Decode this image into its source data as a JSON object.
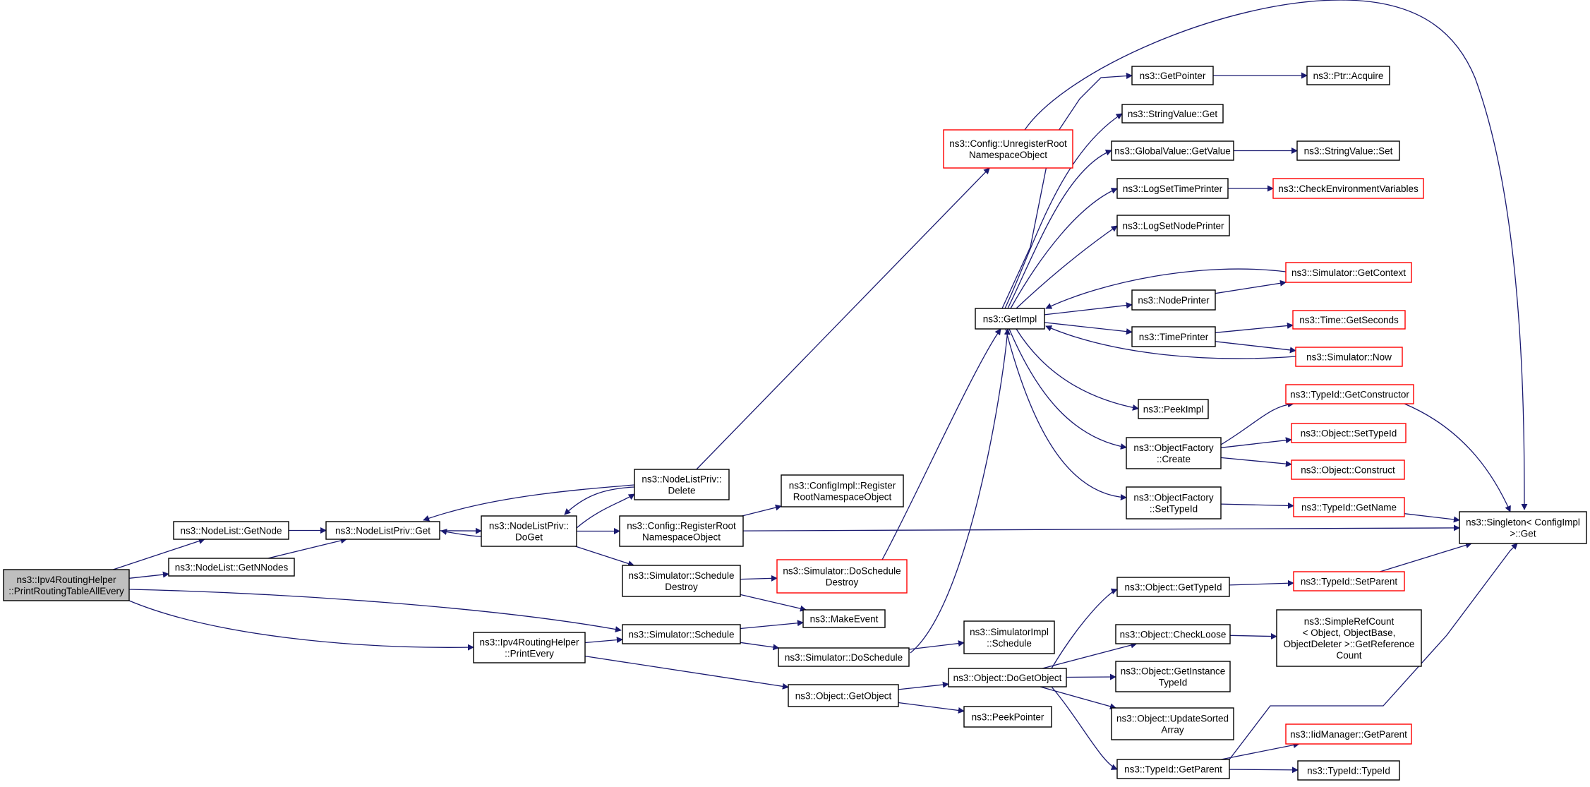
{
  "colors": {
    "edge": "#191970",
    "node_border": "#000000",
    "truncated_border": "#ff0000",
    "root_fill": "#bfbfbf",
    "node_fill": "#ffffff"
  },
  "graph": {
    "nodes": [
      {
        "id": "n0",
        "lines": [
          "ns3::Ipv4RoutingHelper",
          "::PrintRoutingTableAllEvery"
        ],
        "style": "root"
      },
      {
        "id": "n1",
        "lines": [
          "ns3::NodeList::GetNode"
        ],
        "style": "normal"
      },
      {
        "id": "n2",
        "lines": [
          "ns3::NodeList::GetNNodes"
        ],
        "style": "normal"
      },
      {
        "id": "n3",
        "lines": [
          "ns3::NodeListPriv::Get"
        ],
        "style": "normal"
      },
      {
        "id": "n4",
        "lines": [
          "ns3::NodeListPriv::",
          "DoGet"
        ],
        "style": "normal"
      },
      {
        "id": "n5",
        "lines": [
          "ns3::NodeListPriv::",
          "Delete"
        ],
        "style": "normal"
      },
      {
        "id": "n6",
        "lines": [
          "ns3::Config::UnregisterRoot",
          "NamespaceObject"
        ],
        "style": "truncated"
      },
      {
        "id": "n7",
        "lines": [
          "ns3::ConfigImpl::Register",
          "RootNamespaceObject"
        ],
        "style": "normal"
      },
      {
        "id": "n8",
        "lines": [
          "ns3::Config::RegisterRoot",
          "NamespaceObject"
        ],
        "style": "normal"
      },
      {
        "id": "n9",
        "lines": [
          "ns3::Simulator::Schedule",
          "Destroy"
        ],
        "style": "normal"
      },
      {
        "id": "n10",
        "lines": [
          "ns3::Simulator::DoSchedule",
          "Destroy"
        ],
        "style": "truncated"
      },
      {
        "id": "n11",
        "lines": [
          "ns3::MakeEvent"
        ],
        "style": "normal"
      },
      {
        "id": "n12",
        "lines": [
          "ns3::Simulator::Schedule"
        ],
        "style": "normal"
      },
      {
        "id": "n13",
        "lines": [
          "ns3::Ipv4RoutingHelper",
          "::PrintEvery"
        ],
        "style": "normal"
      },
      {
        "id": "n14",
        "lines": [
          "ns3::Simulator::DoSchedule"
        ],
        "style": "normal"
      },
      {
        "id": "n15",
        "lines": [
          "ns3::SimulatorImpl",
          "::Schedule"
        ],
        "style": "normal"
      },
      {
        "id": "n16",
        "lines": [
          "ns3::Object::GetObject"
        ],
        "style": "normal"
      },
      {
        "id": "n17",
        "lines": [
          "ns3::Object::DoGetObject"
        ],
        "style": "normal"
      },
      {
        "id": "n18",
        "lines": [
          "ns3::PeekPointer"
        ],
        "style": "normal"
      },
      {
        "id": "n19",
        "lines": [
          "ns3::GetImpl"
        ],
        "style": "normal"
      },
      {
        "id": "n20",
        "lines": [
          "ns3::GetPointer"
        ],
        "style": "normal"
      },
      {
        "id": "n21",
        "lines": [
          "ns3::Ptr::Acquire"
        ],
        "style": "normal"
      },
      {
        "id": "n22",
        "lines": [
          "ns3::StringValue::Get"
        ],
        "style": "normal"
      },
      {
        "id": "n23",
        "lines": [
          "ns3::GlobalValue::GetValue"
        ],
        "style": "normal"
      },
      {
        "id": "n24",
        "lines": [
          "ns3::StringValue::Set"
        ],
        "style": "normal"
      },
      {
        "id": "n25",
        "lines": [
          "ns3::LogSetTimePrinter"
        ],
        "style": "normal"
      },
      {
        "id": "n26",
        "lines": [
          "ns3::CheckEnvironmentVariables"
        ],
        "style": "truncated"
      },
      {
        "id": "n27",
        "lines": [
          "ns3::LogSetNodePrinter"
        ],
        "style": "normal"
      },
      {
        "id": "n28",
        "lines": [
          "ns3::Simulator::GetContext"
        ],
        "style": "truncated"
      },
      {
        "id": "n29",
        "lines": [
          "ns3::NodePrinter"
        ],
        "style": "normal"
      },
      {
        "id": "n30",
        "lines": [
          "ns3::TimePrinter"
        ],
        "style": "normal"
      },
      {
        "id": "n31",
        "lines": [
          "ns3::Time::GetSeconds"
        ],
        "style": "truncated"
      },
      {
        "id": "n32",
        "lines": [
          "ns3::Simulator::Now"
        ],
        "style": "truncated"
      },
      {
        "id": "n33",
        "lines": [
          "ns3::PeekImpl"
        ],
        "style": "normal"
      },
      {
        "id": "n34",
        "lines": [
          "ns3::ObjectFactory",
          "::Create"
        ],
        "style": "normal"
      },
      {
        "id": "n35",
        "lines": [
          "ns3::TypeId::GetConstructor"
        ],
        "style": "truncated"
      },
      {
        "id": "n36",
        "lines": [
          "ns3::Object::SetTypeId"
        ],
        "style": "truncated"
      },
      {
        "id": "n37",
        "lines": [
          "ns3::Object::Construct"
        ],
        "style": "truncated"
      },
      {
        "id": "n38",
        "lines": [
          "ns3::ObjectFactory",
          "::SetTypeId"
        ],
        "style": "normal"
      },
      {
        "id": "n39",
        "lines": [
          "ns3::TypeId::GetName"
        ],
        "style": "truncated"
      },
      {
        "id": "n40",
        "lines": [
          "ns3::Singleton< ConfigImpl",
          ">::Get"
        ],
        "style": "normal"
      },
      {
        "id": "n41",
        "lines": [
          "ns3::Object::GetTypeId"
        ],
        "style": "normal"
      },
      {
        "id": "n42",
        "lines": [
          "ns3::TypeId::SetParent"
        ],
        "style": "truncated"
      },
      {
        "id": "n43",
        "lines": [
          "ns3::Object::CheckLoose"
        ],
        "style": "normal"
      },
      {
        "id": "n44",
        "lines": [
          "ns3::SimpleRefCount",
          "< Object, ObjectBase,",
          " ObjectDeleter >::GetReference",
          "Count"
        ],
        "style": "normal"
      },
      {
        "id": "n45",
        "lines": [
          "ns3::Object::GetInstance",
          "TypeId"
        ],
        "style": "normal"
      },
      {
        "id": "n46",
        "lines": [
          "ns3::Object::UpdateSorted",
          "Array"
        ],
        "style": "normal"
      },
      {
        "id": "n47",
        "lines": [
          "ns3::TypeId::GetParent"
        ],
        "style": "normal"
      },
      {
        "id": "n48",
        "lines": [
          "ns3::IidManager::GetParent"
        ],
        "style": "truncated"
      },
      {
        "id": "n49",
        "lines": [
          "ns3::TypeId::TypeId"
        ],
        "style": "normal"
      }
    ],
    "edges": [
      {
        "from": "n0",
        "to": "n1"
      },
      {
        "from": "n0",
        "to": "n2"
      },
      {
        "from": "n0",
        "to": "n12"
      },
      {
        "from": "n0",
        "to": "n13"
      },
      {
        "from": "n1",
        "to": "n3"
      },
      {
        "from": "n2",
        "to": "n3"
      },
      {
        "from": "n3",
        "to": "n4"
      },
      {
        "from": "n4",
        "to": "n3"
      },
      {
        "from": "n4",
        "to": "n5"
      },
      {
        "from": "n5",
        "to": "n3"
      },
      {
        "from": "n5",
        "to": "n4"
      },
      {
        "from": "n5",
        "to": "n6"
      },
      {
        "from": "n4",
        "to": "n8"
      },
      {
        "from": "n4",
        "to": "n9"
      },
      {
        "from": "n6",
        "to": "n40"
      },
      {
        "from": "n8",
        "to": "n7"
      },
      {
        "from": "n8",
        "to": "n40"
      },
      {
        "from": "n9",
        "to": "n10"
      },
      {
        "from": "n9",
        "to": "n11"
      },
      {
        "from": "n10",
        "to": "n19"
      },
      {
        "from": "n13",
        "to": "n12"
      },
      {
        "from": "n13",
        "to": "n16"
      },
      {
        "from": "n12",
        "to": "n11"
      },
      {
        "from": "n12",
        "to": "n14"
      },
      {
        "from": "n14",
        "to": "n19"
      },
      {
        "from": "n14",
        "to": "n15"
      },
      {
        "from": "n16",
        "to": "n17"
      },
      {
        "from": "n16",
        "to": "n18"
      },
      {
        "from": "n19",
        "to": "n20"
      },
      {
        "from": "n19",
        "to": "n22"
      },
      {
        "from": "n19",
        "to": "n23"
      },
      {
        "from": "n19",
        "to": "n25"
      },
      {
        "from": "n19",
        "to": "n27"
      },
      {
        "from": "n19",
        "to": "n29"
      },
      {
        "from": "n19",
        "to": "n30"
      },
      {
        "from": "n19",
        "to": "n33"
      },
      {
        "from": "n19",
        "to": "n34"
      },
      {
        "from": "n19",
        "to": "n38"
      },
      {
        "from": "n20",
        "to": "n21"
      },
      {
        "from": "n23",
        "to": "n24"
      },
      {
        "from": "n25",
        "to": "n26"
      },
      {
        "from": "n28",
        "to": "n19"
      },
      {
        "from": "n29",
        "to": "n28"
      },
      {
        "from": "n30",
        "to": "n31"
      },
      {
        "from": "n30",
        "to": "n32"
      },
      {
        "from": "n32",
        "to": "n19"
      },
      {
        "from": "n34",
        "to": "n35"
      },
      {
        "from": "n34",
        "to": "n36"
      },
      {
        "from": "n34",
        "to": "n37"
      },
      {
        "from": "n35",
        "to": "n40"
      },
      {
        "from": "n38",
        "to": "n39"
      },
      {
        "from": "n39",
        "to": "n40"
      },
      {
        "from": "n17",
        "to": "n41"
      },
      {
        "from": "n17",
        "to": "n43"
      },
      {
        "from": "n17",
        "to": "n45"
      },
      {
        "from": "n17",
        "to": "n46"
      },
      {
        "from": "n17",
        "to": "n47"
      },
      {
        "from": "n41",
        "to": "n42"
      },
      {
        "from": "n42",
        "to": "n40"
      },
      {
        "from": "n43",
        "to": "n44"
      },
      {
        "from": "n47",
        "to": "n48"
      },
      {
        "from": "n47",
        "to": "n49"
      },
      {
        "from": "n47",
        "to": "n40"
      }
    ]
  }
}
